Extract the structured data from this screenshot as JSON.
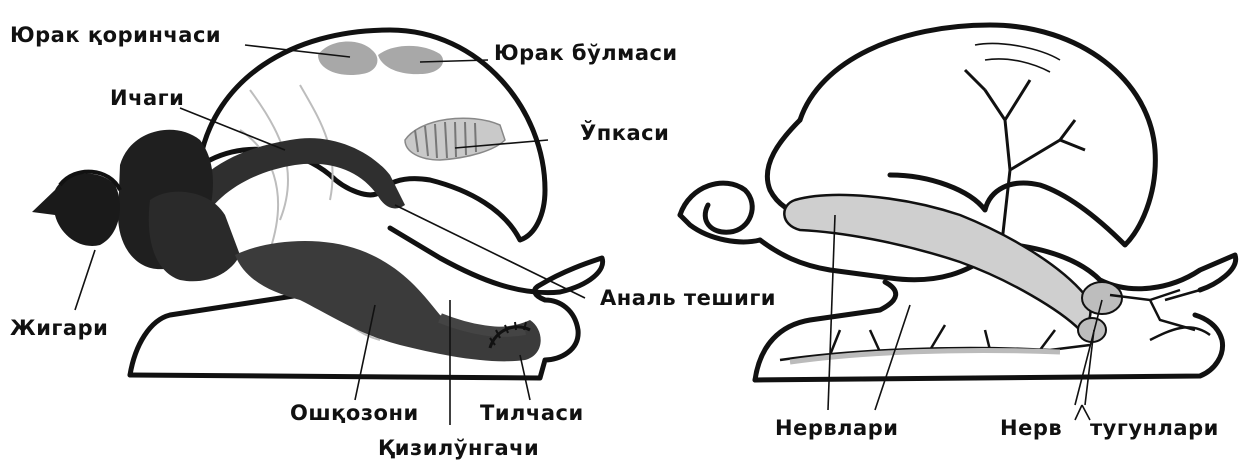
{
  "left_figure": {
    "labels": {
      "heart_ventricle": "Юрак қоринчаси",
      "heart_atrium": "Юрак бўлмаси",
      "intestine": "Ичаги",
      "lung": "Ўпкаси",
      "liver": "Жигари",
      "anal_opening": "Аналь тешиги",
      "stomach": "Ошқозони",
      "radula": "Тилчаси",
      "esophagus": "Қизилўнгачи"
    }
  },
  "right_figure": {
    "labels": {
      "nerves": "Нервлари",
      "nerve": "Нерв",
      "ganglia": "тугунлари"
    }
  },
  "colors": {
    "ink": "#111111",
    "organ_grey": "#9a9a9a",
    "dark_organ": "#2b2b2b",
    "nerve_fill": "#cfcfcf",
    "background": "#ffffff"
  }
}
